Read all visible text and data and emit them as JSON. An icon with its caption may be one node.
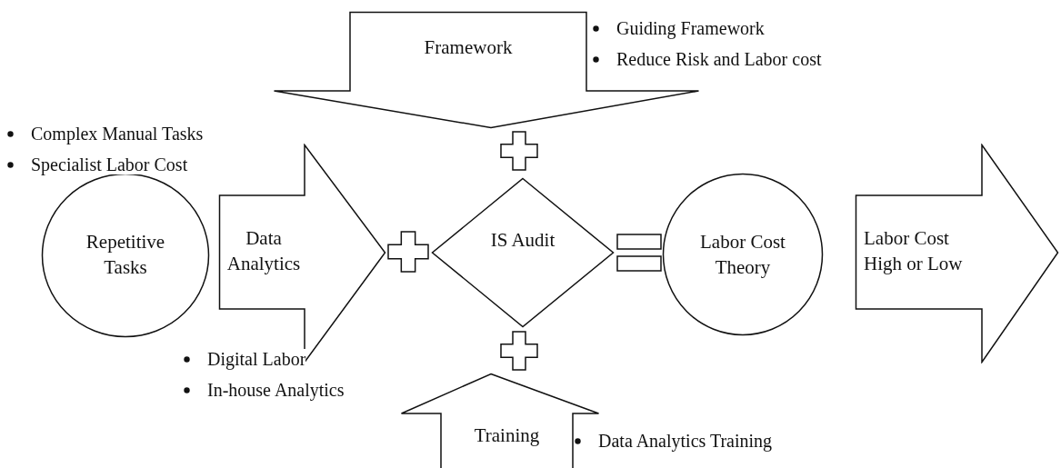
{
  "diagram": {
    "nodes": [
      {
        "text": [
          "Framework"
        ],
        "beside": [
          "Guiding Framework",
          "Reduce Risk and Labor cost"
        ]
      },
      {
        "text": [
          "Repetitive Tasks"
        ],
        "beside": [
          "Complex Manual Tasks",
          "Specialist Labor Cost"
        ]
      },
      {
        "text": [
          "Data Analytics"
        ],
        "beside": [
          "Digital Labor",
          "In-house Analytics"
        ]
      },
      {
        "text": [
          "IS Audit"
        ]
      },
      {
        "text": [
          "Labor Cost Theory"
        ]
      },
      {
        "text": [
          "Labor Cost High or Low"
        ]
      },
      {
        "text": [
          "Training"
        ],
        "beside": [
          "Data Analytics Training"
        ]
      }
    ]
  }
}
